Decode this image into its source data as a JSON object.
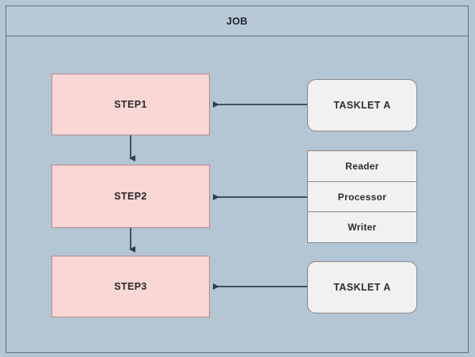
{
  "diagram": {
    "type": "flow-diagram",
    "title": "JOB",
    "background_color": "#b4c5d4",
    "frame_border_color": "#5d7186",
    "steps": [
      {
        "id": "step-1",
        "label": "STEP1",
        "fill": "#f8d7d5",
        "stroke": "#b98a8a"
      },
      {
        "id": "step-2",
        "label": "STEP2",
        "fill": "#f8d7d5",
        "stroke": "#b98a8a"
      },
      {
        "id": "step-3",
        "label": "STEP3",
        "fill": "#f8d7d5",
        "stroke": "#b98a8a"
      }
    ],
    "tasklets": [
      {
        "id": "tasklet-top",
        "label": "TASKLET A",
        "fill": "#f1f1f1",
        "stroke": "#8a8a8a"
      },
      {
        "id": "tasklet-bottom",
        "label": "TASKLET A",
        "fill": "#f1f1f1",
        "stroke": "#8a8a8a"
      }
    ],
    "chunk": {
      "rows": [
        {
          "id": "chunk-reader",
          "label": "Reader"
        },
        {
          "id": "chunk-processor",
          "label": "Processor"
        },
        {
          "id": "chunk-writer",
          "label": "Writer"
        }
      ],
      "fill": "#f1f1f1",
      "stroke": "#8a8a8a"
    },
    "connectors": {
      "color": "#2e3d4f",
      "flow": [
        {
          "from": "step-1",
          "to": "step-2",
          "direction": "down"
        },
        {
          "from": "step-2",
          "to": "step-3",
          "direction": "down"
        }
      ],
      "attachments": [
        {
          "from": "tasklet-top",
          "to": "step-1",
          "direction": "left"
        },
        {
          "from": "chunk-processor",
          "to": "step-2",
          "direction": "left"
        },
        {
          "from": "tasklet-bottom",
          "to": "step-3",
          "direction": "left"
        }
      ]
    }
  }
}
